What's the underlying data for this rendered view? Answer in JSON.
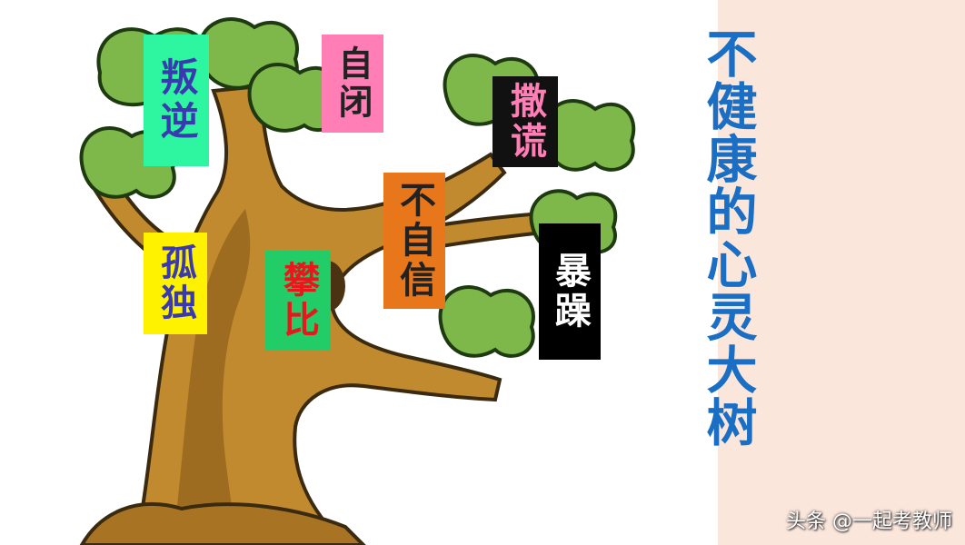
{
  "title": "不健康的心灵大树",
  "labels": {
    "rebellion": "叛逆",
    "autism": "自闭",
    "lying": "撒谎",
    "insecure": "不自信",
    "irritable": "暴躁",
    "lonely": "孤独",
    "comparison": "攀比"
  },
  "watermark": "头条 @一起考教师",
  "colors": {
    "title": "#1a6fc4",
    "rebellion_bg": "#2ef5a0",
    "rebellion_fg": "#3a3ab0",
    "autism_bg": "#ff7eb5",
    "autism_fg": "#222222",
    "lying_bg": "#111111",
    "lying_fg": "#ff7eb5",
    "insecure_bg": "#e8761b",
    "insecure_fg": "#222222",
    "irritable_bg": "#000000",
    "irritable_fg": "#ffffff",
    "lonely_bg": "#fff200",
    "lonely_fg": "#3a3ab0",
    "comparison_bg": "#22cc66",
    "comparison_fg": "#e8171b"
  }
}
